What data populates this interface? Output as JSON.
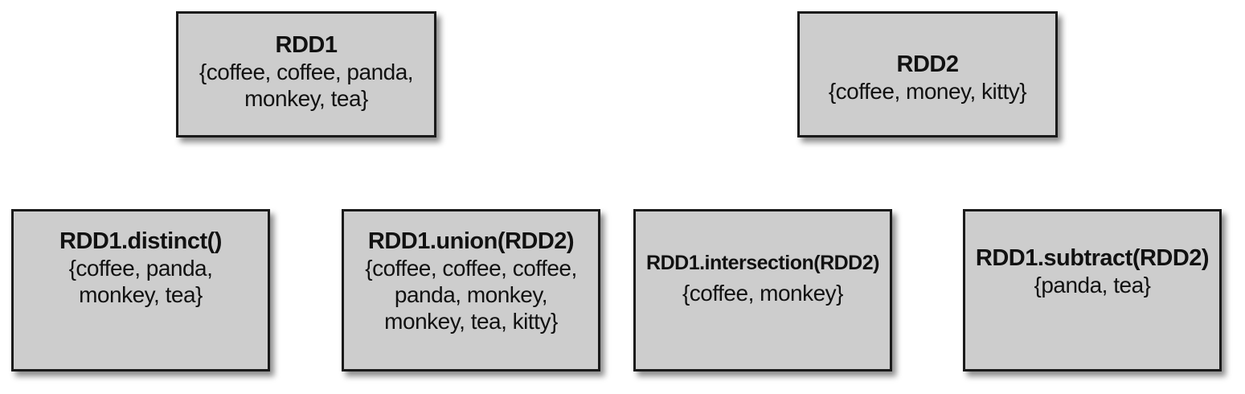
{
  "rdd1": {
    "title": "RDD1",
    "contents": "{coffee, coffee, panda,\nmonkey, tea}"
  },
  "rdd2": {
    "title": "RDD2",
    "contents": "{coffee, money, kitty}"
  },
  "distinct": {
    "title": "RDD1.distinct()",
    "contents": "{coffee, panda,\nmonkey, tea}"
  },
  "union": {
    "title": "RDD1.union(RDD2)",
    "contents": "{coffee, coffee, coffee,\npanda, monkey,\nmonkey, tea, kitty}"
  },
  "intersection": {
    "title": "RDD1.intersection(RDD2)",
    "contents": "{coffee, monkey}"
  },
  "subtract": {
    "title": "RDD1.subtract(RDD2)",
    "contents": "{panda, tea}"
  }
}
